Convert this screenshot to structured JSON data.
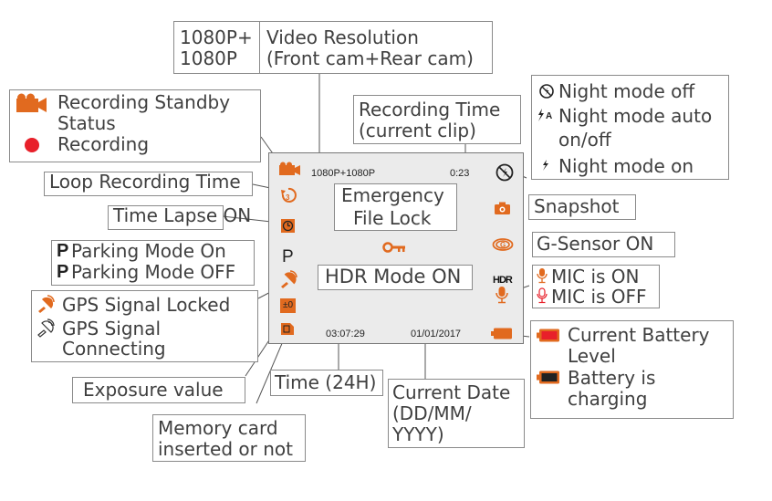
{
  "screen": {
    "resolution_text": "1080P+1080P",
    "clip_time": "0:23",
    "emergency_label": "Emergency\nFile Lock",
    "hdr_label": "HDR Mode ON",
    "time_value": "03:07:29",
    "date_value": "01/01/2017",
    "parking_glyph": "P",
    "ev_glyph": "±0",
    "hdr_glyph": "HDR"
  },
  "callouts": {
    "video_resolution": {
      "codes": [
        "1080P+",
        "1080P"
      ],
      "desc": [
        "Video Resolution",
        "(Front cam+Rear cam)"
      ]
    },
    "recording_status": {
      "standby": [
        "Recording Standby",
        "Status"
      ],
      "recording": "Recording"
    },
    "recording_time": [
      "Recording Time",
      "(current clip)"
    ],
    "night_mode": {
      "off": "Night mode off",
      "auto": [
        "Night mode auto",
        "on/off"
      ],
      "on": "Night mode on"
    },
    "loop_recording": "Loop Recording Time",
    "time_lapse": "Time Lapse ON",
    "snapshot": "Snapshot",
    "parking": {
      "on": "Parking Mode On",
      "off": "Parking Mode OFF",
      "glyph": "P"
    },
    "gsensor": "G-Sensor ON",
    "mic": {
      "on": "MIC is ON",
      "off": "MIC is OFF"
    },
    "gps": {
      "locked": "GPS Signal Locked",
      "connecting": [
        "GPS Signal",
        "Connecting"
      ]
    },
    "battery": {
      "level": [
        "Current Battery",
        "Level"
      ],
      "charging": [
        "Battery is",
        "charging"
      ]
    },
    "exposure": "Exposure value",
    "time24": "Time (24H)",
    "current_date": [
      "Current Date",
      "(DD/MM/",
      "YYYY)"
    ],
    "memory_card": [
      "Memory card",
      "inserted or not"
    ]
  },
  "colors": {
    "accent": "#e16a1f",
    "record_dot": "#e8202a",
    "screen_bg": "#ebebeb",
    "border": "#8a8a8a"
  }
}
